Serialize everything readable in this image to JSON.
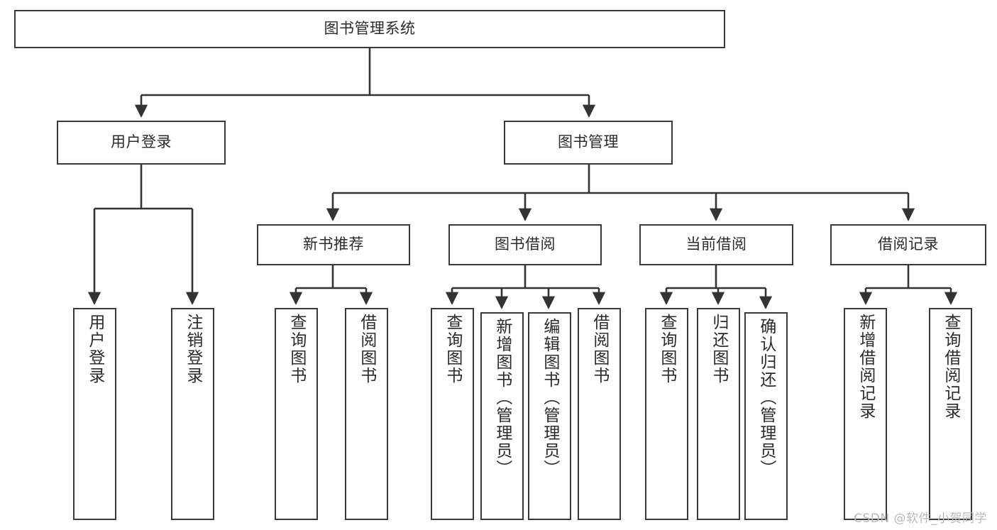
{
  "diagram": {
    "title": "图书管理系统",
    "type": "tree",
    "watermark": "CSDN @软件_小贺同学",
    "colors": {
      "box_border": "#3a3a3a",
      "box_fill": "#ffffff",
      "edge": "#333333",
      "text": "#2b2b2b",
      "watermark": "#b9b9b9",
      "background": "#ffffff"
    },
    "root": {
      "label": "图书管理系统"
    },
    "level2": [
      {
        "label": "用户登录"
      },
      {
        "label": "图书管理"
      }
    ],
    "level3": [
      {
        "label": "新书推荐"
      },
      {
        "label": "图书借阅"
      },
      {
        "label": "当前借阅"
      },
      {
        "label": "借阅记录"
      }
    ],
    "leaves": [
      {
        "label": "用户登录",
        "parent": "用户登录"
      },
      {
        "label": "注销登录",
        "parent": "用户登录"
      },
      {
        "label": "查询图书",
        "parent": "新书推荐"
      },
      {
        "label": "借阅图书",
        "parent": "新书推荐"
      },
      {
        "label": "查询图书",
        "parent": "图书借阅"
      },
      {
        "label": "新增图书（管理员）",
        "parent": "图书借阅"
      },
      {
        "label": "编辑图书（管理员）",
        "parent": "图书借阅"
      },
      {
        "label": "借阅图书",
        "parent": "图书借阅"
      },
      {
        "label": "查询图书",
        "parent": "当前借阅"
      },
      {
        "label": "归还图书",
        "parent": "当前借阅"
      },
      {
        "label": "确认归还（管理员）",
        "parent": "当前借阅"
      },
      {
        "label": "新增借阅记录",
        "parent": "借阅记录"
      },
      {
        "label": "查询借阅记录",
        "parent": "借阅记录"
      }
    ]
  }
}
